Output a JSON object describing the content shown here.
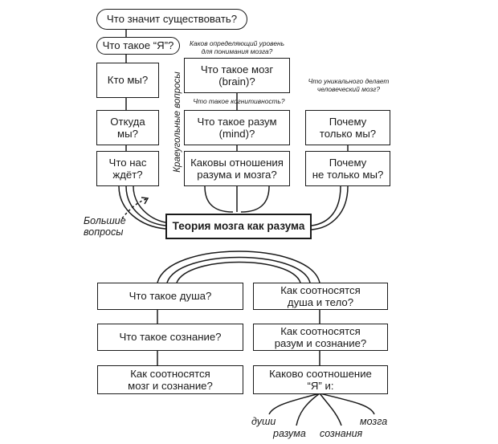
{
  "diagram": {
    "top_pills": [
      "Что значит существовать?",
      "Что такое “Я”?"
    ],
    "left_column": [
      "Кто мы?",
      "Откуда\nмы?",
      "Что нас\nждёт?"
    ],
    "middle_column": [
      "Что такое мозг\n(brain)?",
      "Что такое разум\n(mind)?",
      "Каковы отношения\nразума и мозга?"
    ],
    "right_column": [
      "Почему\nтолько мы?",
      "Почему\nне только мы?"
    ],
    "notes": {
      "brain_level": "Каков определяющий уровень\nдля понимания мозга?",
      "cognition": "Что такое когнитивность?",
      "unique": "Что уникального делает\nчеловеческий мозг?"
    },
    "side_label": "Краеугольные вопросы",
    "big_questions": "Большие\nвопросы",
    "central_title": "Теория мозга как разума",
    "bottom_left": [
      "Что такое душа?",
      "Что такое сознание?",
      "Как соотносятся\nмозг и сознание?"
    ],
    "bottom_right": [
      "Как соотносятся\nдуша и тело?",
      "Как соотносятся\nразум и сознание?",
      "Каково соотношение\n“Я” и:"
    ],
    "ya_targets": [
      "души",
      "разума",
      "сознания",
      "мозга"
    ]
  }
}
